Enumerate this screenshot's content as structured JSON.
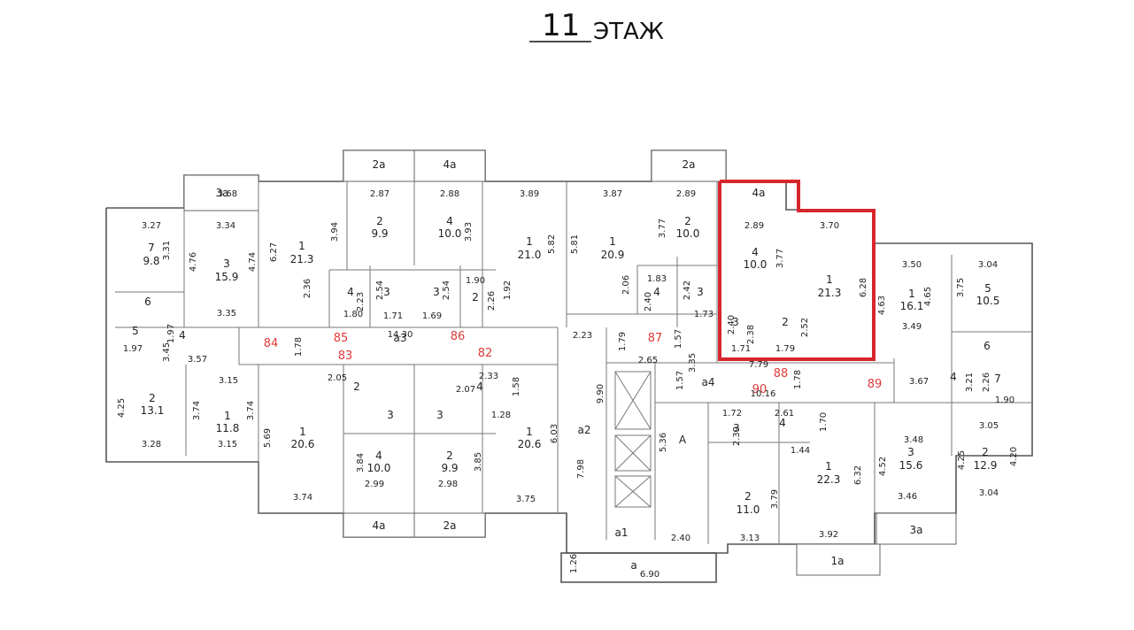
{
  "title": {
    "floor_number": "11",
    "floor_label": "ЭТАЖ"
  },
  "highlight_color": "#d7262c",
  "apartment_numbers": [
    {
      "id": "84",
      "text": "84"
    },
    {
      "id": "85",
      "text": "85"
    },
    {
      "id": "83",
      "text": "83"
    },
    {
      "id": "86",
      "text": "86"
    },
    {
      "id": "82",
      "text": "82"
    },
    {
      "id": "87",
      "text": "87"
    },
    {
      "id": "88",
      "text": "88"
    },
    {
      "id": "90",
      "text": "90"
    },
    {
      "id": "89",
      "text": "89"
    }
  ],
  "rooms": [
    {
      "t": "3a"
    },
    {
      "t": "2a"
    },
    {
      "t": "4a"
    },
    {
      "t": "2a"
    },
    {
      "t": "4a"
    },
    {
      "t": "7"
    },
    {
      "t": "9.8"
    },
    {
      "t": "3"
    },
    {
      "t": "15.9"
    },
    {
      "t": "6"
    },
    {
      "t": "5"
    },
    {
      "t": "4"
    },
    {
      "t": "1"
    },
    {
      "t": "21.3"
    },
    {
      "t": "2"
    },
    {
      "t": "9.9"
    },
    {
      "t": "4"
    },
    {
      "t": "10.0"
    },
    {
      "t": "4"
    },
    {
      "t": "3"
    },
    {
      "t": "3"
    },
    {
      "t": "2"
    },
    {
      "t": "1"
    },
    {
      "t": "21.0"
    },
    {
      "t": "1"
    },
    {
      "t": "20.9"
    },
    {
      "t": "2"
    },
    {
      "t": "10.0"
    },
    {
      "t": "4"
    },
    {
      "t": "3"
    },
    {
      "t": "4"
    },
    {
      "t": "10.0"
    },
    {
      "t": "1"
    },
    {
      "t": "21.3"
    },
    {
      "t": "3"
    },
    {
      "t": "2"
    },
    {
      "t": "1"
    },
    {
      "t": "16.1"
    },
    {
      "t": "5"
    },
    {
      "t": "10.5"
    },
    {
      "t": "6"
    },
    {
      "t": "7"
    },
    {
      "t": "a3"
    },
    {
      "t": "a4"
    },
    {
      "t": "a2"
    },
    {
      "t": "A"
    },
    {
      "t": "a1"
    },
    {
      "t": "a"
    },
    {
      "t": "2"
    },
    {
      "t": "13.1"
    },
    {
      "t": "1"
    },
    {
      "t": "11.8"
    },
    {
      "t": "2"
    },
    {
      "t": "3"
    },
    {
      "t": "3"
    },
    {
      "t": "4"
    },
    {
      "t": "1"
    },
    {
      "t": "20.6"
    },
    {
      "t": "4"
    },
    {
      "t": "10.0"
    },
    {
      "t": "2"
    },
    {
      "t": "9.9"
    },
    {
      "t": "1"
    },
    {
      "t": "20.6"
    },
    {
      "t": "3"
    },
    {
      "t": "4"
    },
    {
      "t": "2"
    },
    {
      "t": "11.0"
    },
    {
      "t": "1"
    },
    {
      "t": "22.3"
    },
    {
      "t": "3"
    },
    {
      "t": "15.6"
    },
    {
      "t": "2"
    },
    {
      "t": "12.9"
    },
    {
      "t": "4"
    },
    {
      "t": "4a"
    },
    {
      "t": "2a"
    },
    {
      "t": "1a"
    },
    {
      "t": "3a"
    }
  ],
  "dimensions": [
    {
      "t": "3.68"
    },
    {
      "t": "2.87"
    },
    {
      "t": "2.88"
    },
    {
      "t": "3.89"
    },
    {
      "t": "3.87"
    },
    {
      "t": "2.89"
    },
    {
      "t": "3.27"
    },
    {
      "t": "3.34"
    },
    {
      "t": "3.31"
    },
    {
      "t": "4.76"
    },
    {
      "t": "4.74"
    },
    {
      "t": "6.27"
    },
    {
      "t": "3.94"
    },
    {
      "t": "3.93"
    },
    {
      "t": "5.82"
    },
    {
      "t": "5.81"
    },
    {
      "t": "3.77"
    },
    {
      "t": "2.89"
    },
    {
      "t": "3.70"
    },
    {
      "t": "3.77"
    },
    {
      "t": "6.28"
    },
    {
      "t": "3.50"
    },
    {
      "t": "3.04"
    },
    {
      "t": "3.75"
    },
    {
      "t": "4.65"
    },
    {
      "t": "4.63"
    },
    {
      "t": "3.49"
    },
    {
      "t": "2.36"
    },
    {
      "t": "2.23"
    },
    {
      "t": "2.54"
    },
    {
      "t": "2.54"
    },
    {
      "t": "1.90"
    },
    {
      "t": "2.26"
    },
    {
      "t": "1.92"
    },
    {
      "t": "2.06"
    },
    {
      "t": "1.83"
    },
    {
      "t": "2.40"
    },
    {
      "t": "2.42"
    },
    {
      "t": "1.80"
    },
    {
      "t": "1.71"
    },
    {
      "t": "1.69"
    },
    {
      "t": "1.73"
    },
    {
      "t": "3.35"
    },
    {
      "t": "1.97"
    },
    {
      "t": "3.45"
    },
    {
      "t": "1.97"
    },
    {
      "t": "3.57"
    },
    {
      "t": "1.78"
    },
    {
      "t": "14.30"
    },
    {
      "t": "2.23"
    },
    {
      "t": "1.79"
    },
    {
      "t": "2.65"
    },
    {
      "t": "1.57"
    },
    {
      "t": "3.35"
    },
    {
      "t": "2.40"
    },
    {
      "t": "2.38"
    },
    {
      "t": "2.52"
    },
    {
      "t": "1.71"
    },
    {
      "t": "1.79"
    },
    {
      "t": "7.79"
    },
    {
      "t": "1.57"
    },
    {
      "t": "10.16"
    },
    {
      "t": "1.78"
    },
    {
      "t": "3.67"
    },
    {
      "t": "3.21"
    },
    {
      "t": "2.26"
    },
    {
      "t": "1.90"
    },
    {
      "t": "4.25"
    },
    {
      "t": "3.15"
    },
    {
      "t": "3.74"
    },
    {
      "t": "3.74"
    },
    {
      "t": "2.05"
    },
    {
      "t": "2.07"
    },
    {
      "t": "2.33"
    },
    {
      "t": "1.58"
    },
    {
      "t": "1.28"
    },
    {
      "t": "9.90"
    },
    {
      "t": "6.03"
    },
    {
      "t": "3.28"
    },
    {
      "t": "3.15"
    },
    {
      "t": "5.69"
    },
    {
      "t": "3.84"
    },
    {
      "t": "2.99"
    },
    {
      "t": "3.85"
    },
    {
      "t": "2.98"
    },
    {
      "t": "7.98"
    },
    {
      "t": "5.36"
    },
    {
      "t": "1.72"
    },
    {
      "t": "2.61"
    },
    {
      "t": "2.39"
    },
    {
      "t": "1.44"
    },
    {
      "t": "1.70"
    },
    {
      "t": "6.32"
    },
    {
      "t": "3.48"
    },
    {
      "t": "4.52"
    },
    {
      "t": "4.25"
    },
    {
      "t": "4.20"
    },
    {
      "t": "3.05"
    },
    {
      "t": "3.79"
    },
    {
      "t": "3.74"
    },
    {
      "t": "3.75"
    },
    {
      "t": "3.46"
    },
    {
      "t": "3.04"
    },
    {
      "t": "2.40"
    },
    {
      "t": "3.13"
    },
    {
      "t": "3.92"
    },
    {
      "t": "1.26"
    },
    {
      "t": "6.90"
    }
  ]
}
